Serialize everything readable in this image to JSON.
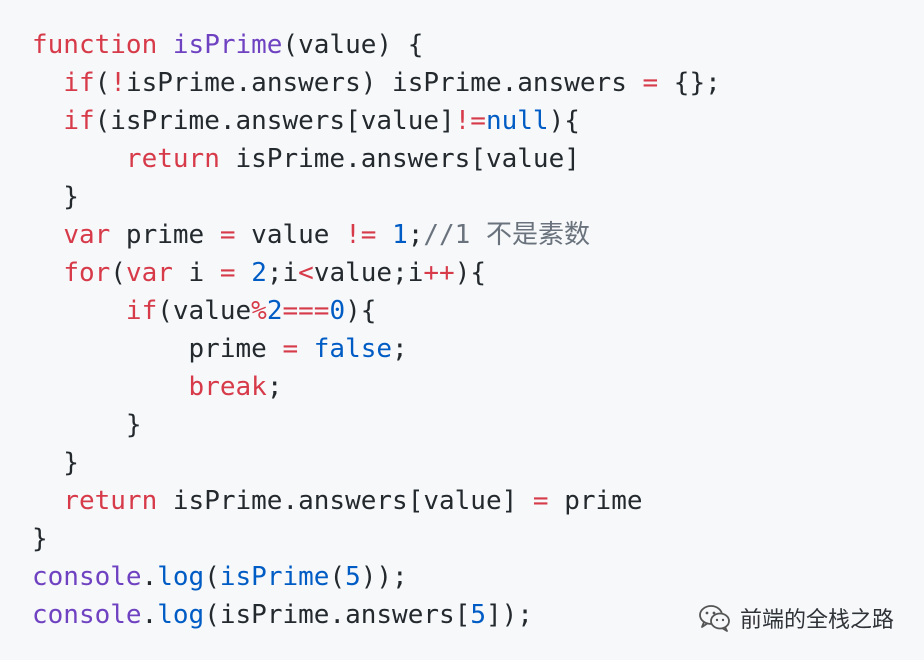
{
  "code": {
    "language": "javascript",
    "lines": [
      [
        {
          "t": "function",
          "c": "k"
        },
        {
          "t": " ",
          "c": "p"
        },
        {
          "t": "isPrime",
          "c": "f"
        },
        {
          "t": "(value) {",
          "c": "p"
        }
      ],
      [
        {
          "t": "  ",
          "c": "p"
        },
        {
          "t": "if",
          "c": "k"
        },
        {
          "t": "(",
          "c": "p"
        },
        {
          "t": "!",
          "c": "k"
        },
        {
          "t": "isPrime.answers) isPrime.answers ",
          "c": "p"
        },
        {
          "t": "=",
          "c": "k"
        },
        {
          "t": " {};",
          "c": "p"
        }
      ],
      [
        {
          "t": "  ",
          "c": "p"
        },
        {
          "t": "if",
          "c": "k"
        },
        {
          "t": "(isPrime.answers[value]",
          "c": "p"
        },
        {
          "t": "!=",
          "c": "k"
        },
        {
          "t": "null",
          "c": "c"
        },
        {
          "t": "){",
          "c": "p"
        }
      ],
      [
        {
          "t": "      ",
          "c": "p"
        },
        {
          "t": "return",
          "c": "k"
        },
        {
          "t": " isPrime.answers[value]",
          "c": "p"
        }
      ],
      [
        {
          "t": "  }",
          "c": "p"
        }
      ],
      [
        {
          "t": "  ",
          "c": "p"
        },
        {
          "t": "var",
          "c": "k"
        },
        {
          "t": " prime ",
          "c": "p"
        },
        {
          "t": "=",
          "c": "k"
        },
        {
          "t": " value ",
          "c": "p"
        },
        {
          "t": "!=",
          "c": "k"
        },
        {
          "t": " ",
          "c": "p"
        },
        {
          "t": "1",
          "c": "c"
        },
        {
          "t": ";",
          "c": "p"
        },
        {
          "t": "//1 不是素数",
          "c": "m"
        }
      ],
      [
        {
          "t": "  ",
          "c": "p"
        },
        {
          "t": "for",
          "c": "k"
        },
        {
          "t": "(",
          "c": "p"
        },
        {
          "t": "var",
          "c": "k"
        },
        {
          "t": " i ",
          "c": "p"
        },
        {
          "t": "=",
          "c": "k"
        },
        {
          "t": " ",
          "c": "p"
        },
        {
          "t": "2",
          "c": "c"
        },
        {
          "t": ";i",
          "c": "p"
        },
        {
          "t": "<",
          "c": "k"
        },
        {
          "t": "value;i",
          "c": "p"
        },
        {
          "t": "++",
          "c": "k"
        },
        {
          "t": "){",
          "c": "p"
        }
      ],
      [
        {
          "t": "      ",
          "c": "p"
        },
        {
          "t": "if",
          "c": "k"
        },
        {
          "t": "(value",
          "c": "p"
        },
        {
          "t": "%",
          "c": "k"
        },
        {
          "t": "2",
          "c": "c"
        },
        {
          "t": "===",
          "c": "k"
        },
        {
          "t": "0",
          "c": "c"
        },
        {
          "t": "){",
          "c": "p"
        }
      ],
      [
        {
          "t": "          prime ",
          "c": "p"
        },
        {
          "t": "=",
          "c": "k"
        },
        {
          "t": " ",
          "c": "p"
        },
        {
          "t": "false",
          "c": "c"
        },
        {
          "t": ";",
          "c": "p"
        }
      ],
      [
        {
          "t": "          ",
          "c": "p"
        },
        {
          "t": "break",
          "c": "k"
        },
        {
          "t": ";",
          "c": "p"
        }
      ],
      [
        {
          "t": "      }",
          "c": "p"
        }
      ],
      [
        {
          "t": "  }",
          "c": "p"
        }
      ],
      [
        {
          "t": "  ",
          "c": "p"
        },
        {
          "t": "return",
          "c": "k"
        },
        {
          "t": " isPrime.answers[value] ",
          "c": "p"
        },
        {
          "t": "=",
          "c": "k"
        },
        {
          "t": " prime",
          "c": "p"
        }
      ],
      [
        {
          "t": "}",
          "c": "p"
        }
      ],
      [
        {
          "t": "console",
          "c": "f"
        },
        {
          "t": ".",
          "c": "p"
        },
        {
          "t": "log",
          "c": "c"
        },
        {
          "t": "(",
          "c": "p"
        },
        {
          "t": "isPrime",
          "c": "c"
        },
        {
          "t": "(",
          "c": "p"
        },
        {
          "t": "5",
          "c": "c"
        },
        {
          "t": "));",
          "c": "p"
        }
      ],
      [
        {
          "t": "console",
          "c": "f"
        },
        {
          "t": ".",
          "c": "p"
        },
        {
          "t": "log",
          "c": "c"
        },
        {
          "t": "(isPrime.answers[",
          "c": "p"
        },
        {
          "t": "5",
          "c": "c"
        },
        {
          "t": "]);",
          "c": "p"
        }
      ]
    ]
  },
  "watermark": {
    "text": "前端的全栈之路",
    "icon": "wechat-icon"
  },
  "colors": {
    "background": "#f6f8fa",
    "keyword": "#d73a49",
    "function": "#6f42c1",
    "constant": "#005cc5",
    "comment": "#6a737d",
    "plain": "#24292e"
  }
}
